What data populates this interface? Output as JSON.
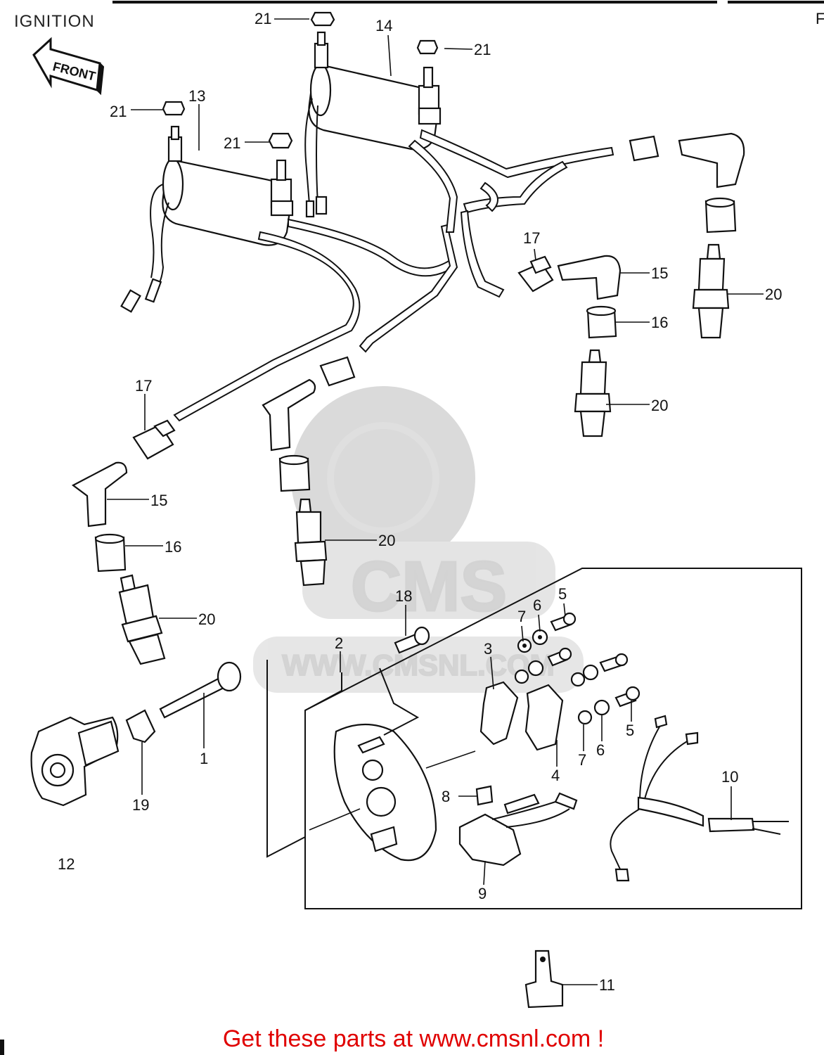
{
  "header": {
    "title": "IGNITION",
    "front_label": "FRONT",
    "corner_mark": "F"
  },
  "watermark": {
    "brand": "CMS",
    "url": "WWW.CMSNL.COM"
  },
  "footer": {
    "cta": "Get these parts at www.cmsnl.com !"
  },
  "colors": {
    "footer": "#e00000",
    "line": "#111111",
    "watermark": "#d0d0d0"
  },
  "callouts": {
    "c1": "1",
    "c2": "2",
    "c3": "3",
    "c4": "4",
    "c5a": "5",
    "c5b": "5",
    "c6a": "6",
    "c6b": "6",
    "c7a": "7",
    "c7b": "7",
    "c8": "8",
    "c9": "9",
    "c10": "10",
    "c11": "11",
    "c12": "12",
    "c13": "13",
    "c14": "14",
    "c15a": "15",
    "c15b": "15",
    "c16a": "16",
    "c16b": "16",
    "c17a": "17",
    "c17b": "17",
    "c18": "18",
    "c19": "19",
    "c20a": "20",
    "c20b": "20",
    "c20c": "20",
    "c20d": "20",
    "c21a": "21",
    "c21b": "21",
    "c21c": "21",
    "c21d": "21"
  }
}
